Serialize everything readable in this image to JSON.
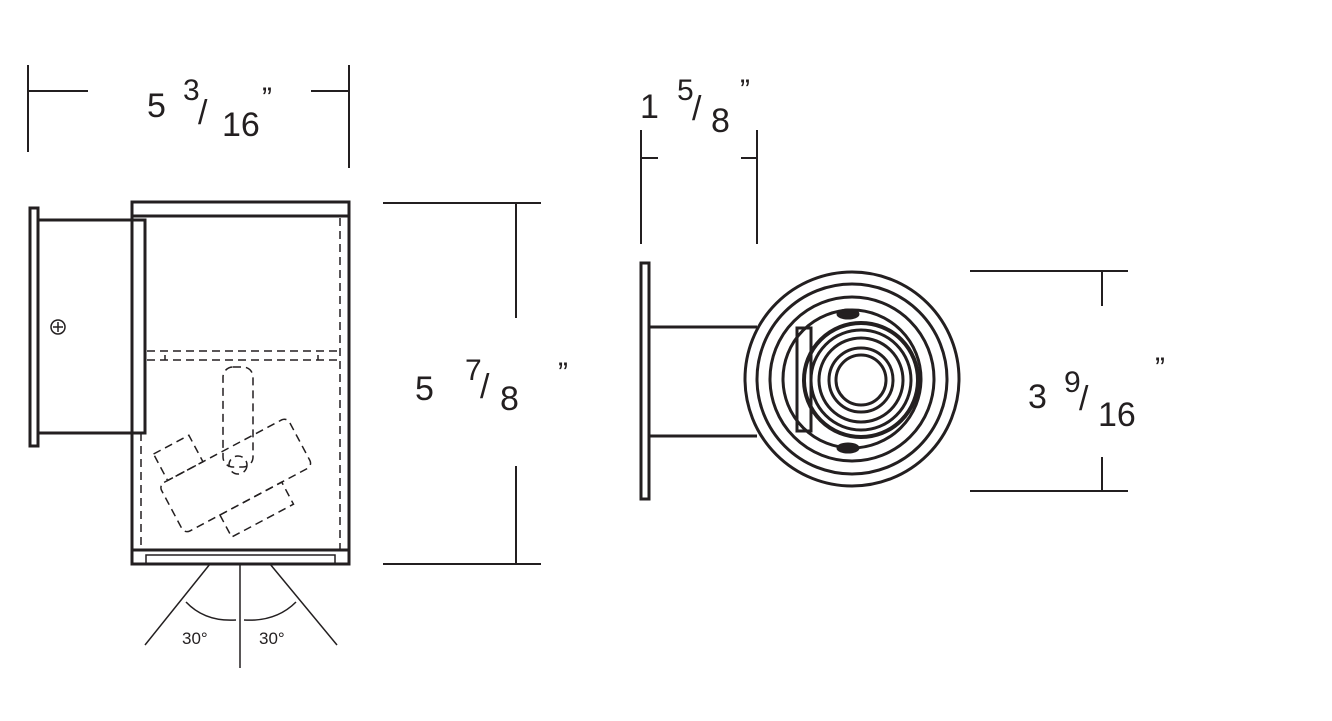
{
  "dimensions": {
    "width": {
      "whole": "5",
      "num": "3",
      "slash": "/",
      "den": "16",
      "mark": "”"
    },
    "height": {
      "whole": "5",
      "num": "7",
      "slash": "/",
      "den": "8",
      "mark": "”"
    },
    "depth": {
      "whole": "1",
      "num": "5",
      "slash": "/",
      "den": "8",
      "mark": "”"
    },
    "diameter": {
      "whole": "3",
      "num": "9",
      "slash": "/",
      "den": "16",
      "mark": "”"
    }
  },
  "angles": {
    "left": "30°",
    "right": "30°"
  },
  "colors": {
    "line": "#231f20",
    "background": "#ffffff"
  }
}
